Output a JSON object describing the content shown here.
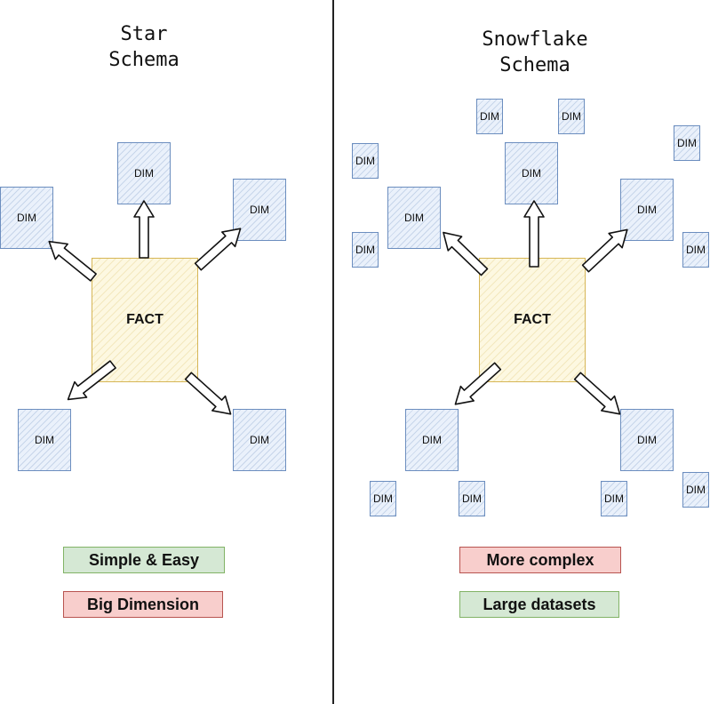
{
  "star": {
    "title": "Star\nSchema",
    "fact_label": "FACT",
    "dim_label": "DIM",
    "tags": {
      "simple": "Simple & Easy",
      "big": "Big Dimension"
    }
  },
  "snowflake": {
    "title": "Snowflake\nSchema",
    "fact_label": "FACT",
    "dim_label": "DIM",
    "tags": {
      "complex": "More complex",
      "large": "Large datasets"
    }
  },
  "colors": {
    "dim_border": "#6c8ebf",
    "fact_border": "#d6b656",
    "green_fill": "#d5e8d4",
    "red_fill": "#f8cecc"
  }
}
